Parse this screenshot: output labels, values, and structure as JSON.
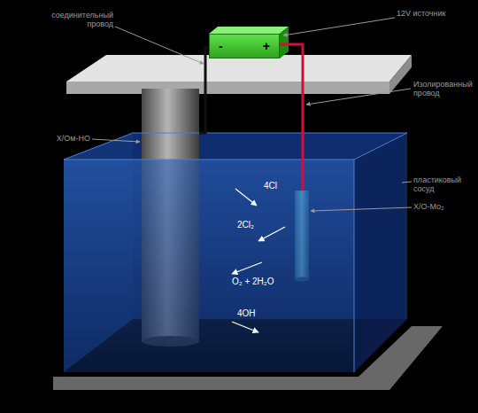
{
  "diagram": {
    "nodes": [
      {
        "text": [
          "-",
          "+"
        ]
      }
    ],
    "labels": [
      "соединительный провод",
      "12V источник",
      "Изолированный провод",
      "Х/Ом-НО",
      "пластиковый сосуд",
      "Х/О-Мо₂",
      "4Cl",
      "2Cl₂",
      "O₂ + 2H₂O",
      "4OH"
    ]
  }
}
